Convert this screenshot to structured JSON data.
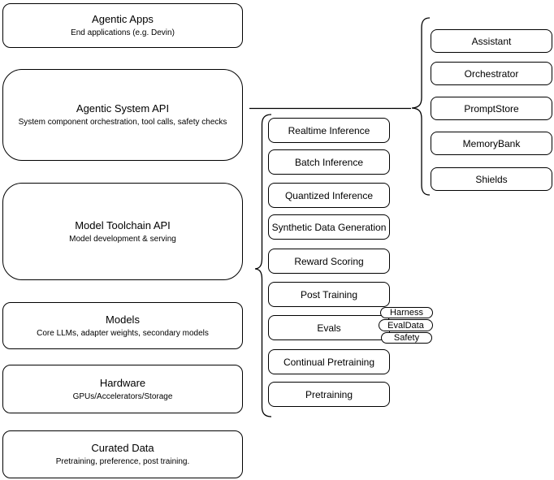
{
  "diagram": {
    "layers": [
      {
        "title": "Agentic Apps",
        "subtitle": "End applications (e.g. Devin)"
      },
      {
        "title": "Agentic System API",
        "subtitle": "System component orchestration, tool calls, safety checks"
      },
      {
        "title": "Model Toolchain API",
        "subtitle": "Model development & serving"
      },
      {
        "title": "Models",
        "subtitle": "Core LLMs, adapter weights, secondary models"
      },
      {
        "title": "Hardware",
        "subtitle": "GPUs/Accelerators/Storage"
      },
      {
        "title": "Curated Data",
        "subtitle": "Pretraining, preference, post training."
      }
    ],
    "services": [
      "Realtime Inference",
      "Batch Inference",
      "Quantized Inference",
      "Synthetic Data Generation",
      "Reward Scoring",
      "Post Training",
      "Evals",
      "Continual Pretraining",
      "Pretraining"
    ],
    "eval_tags": [
      "Harness",
      "EvalData",
      "Safety"
    ],
    "components": [
      "Assistant",
      "Orchestrator",
      "PromptStore",
      "MemoryBank",
      "Shields"
    ],
    "colors": {
      "stroke": "#000000",
      "fill": "#ffffff",
      "text": "#000000"
    }
  }
}
